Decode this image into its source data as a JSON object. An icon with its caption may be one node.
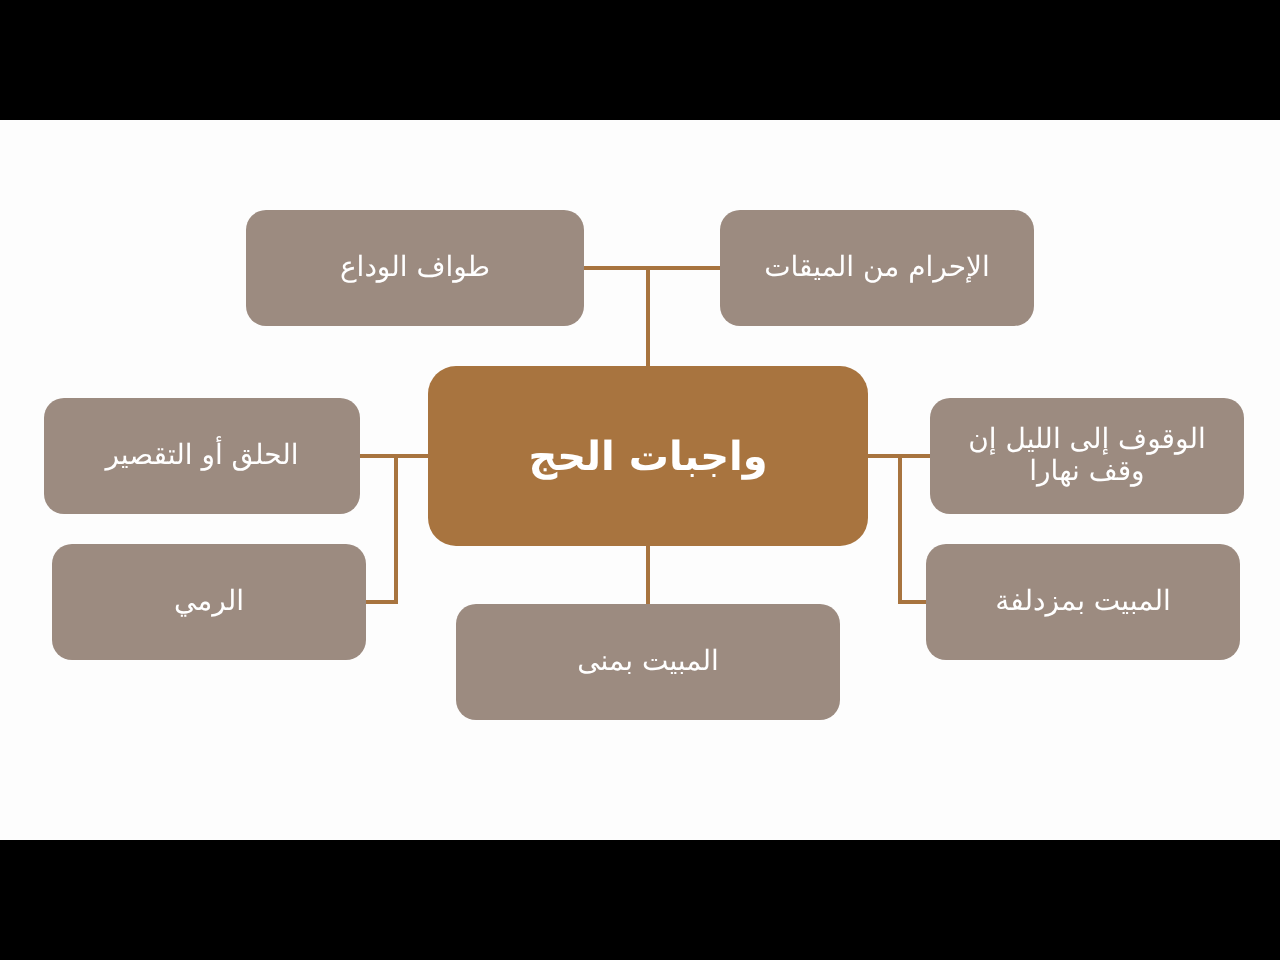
{
  "diagram": {
    "nodes": [
      {
        "text": [
          "واجبات الحج"
        ]
      },
      {
        "text": [
          "الإحرام من الميقات"
        ]
      },
      {
        "text": [
          "طواف الوداع"
        ]
      },
      {
        "text": [
          "الوقوف إلى الليل إن وقف نهارا"
        ]
      },
      {
        "text": [
          "الحلق أو التقصير"
        ]
      },
      {
        "text": [
          "المبيت بمزدلفة"
        ]
      },
      {
        "text": [
          "الرمي"
        ]
      },
      {
        "text": [
          "المبيت بمنى"
        ]
      }
    ],
    "edges": [
      {
        "from": 0,
        "to": 1,
        "arrow": "none"
      },
      {
        "from": 0,
        "to": 2,
        "arrow": "none"
      },
      {
        "from": 0,
        "to": 3,
        "arrow": "none"
      },
      {
        "from": 0,
        "to": 4,
        "arrow": "none"
      },
      {
        "from": 0,
        "to": 5,
        "arrow": "none"
      },
      {
        "from": 0,
        "to": 6,
        "arrow": "none"
      },
      {
        "from": 0,
        "to": 7,
        "arrow": "none"
      }
    ]
  }
}
